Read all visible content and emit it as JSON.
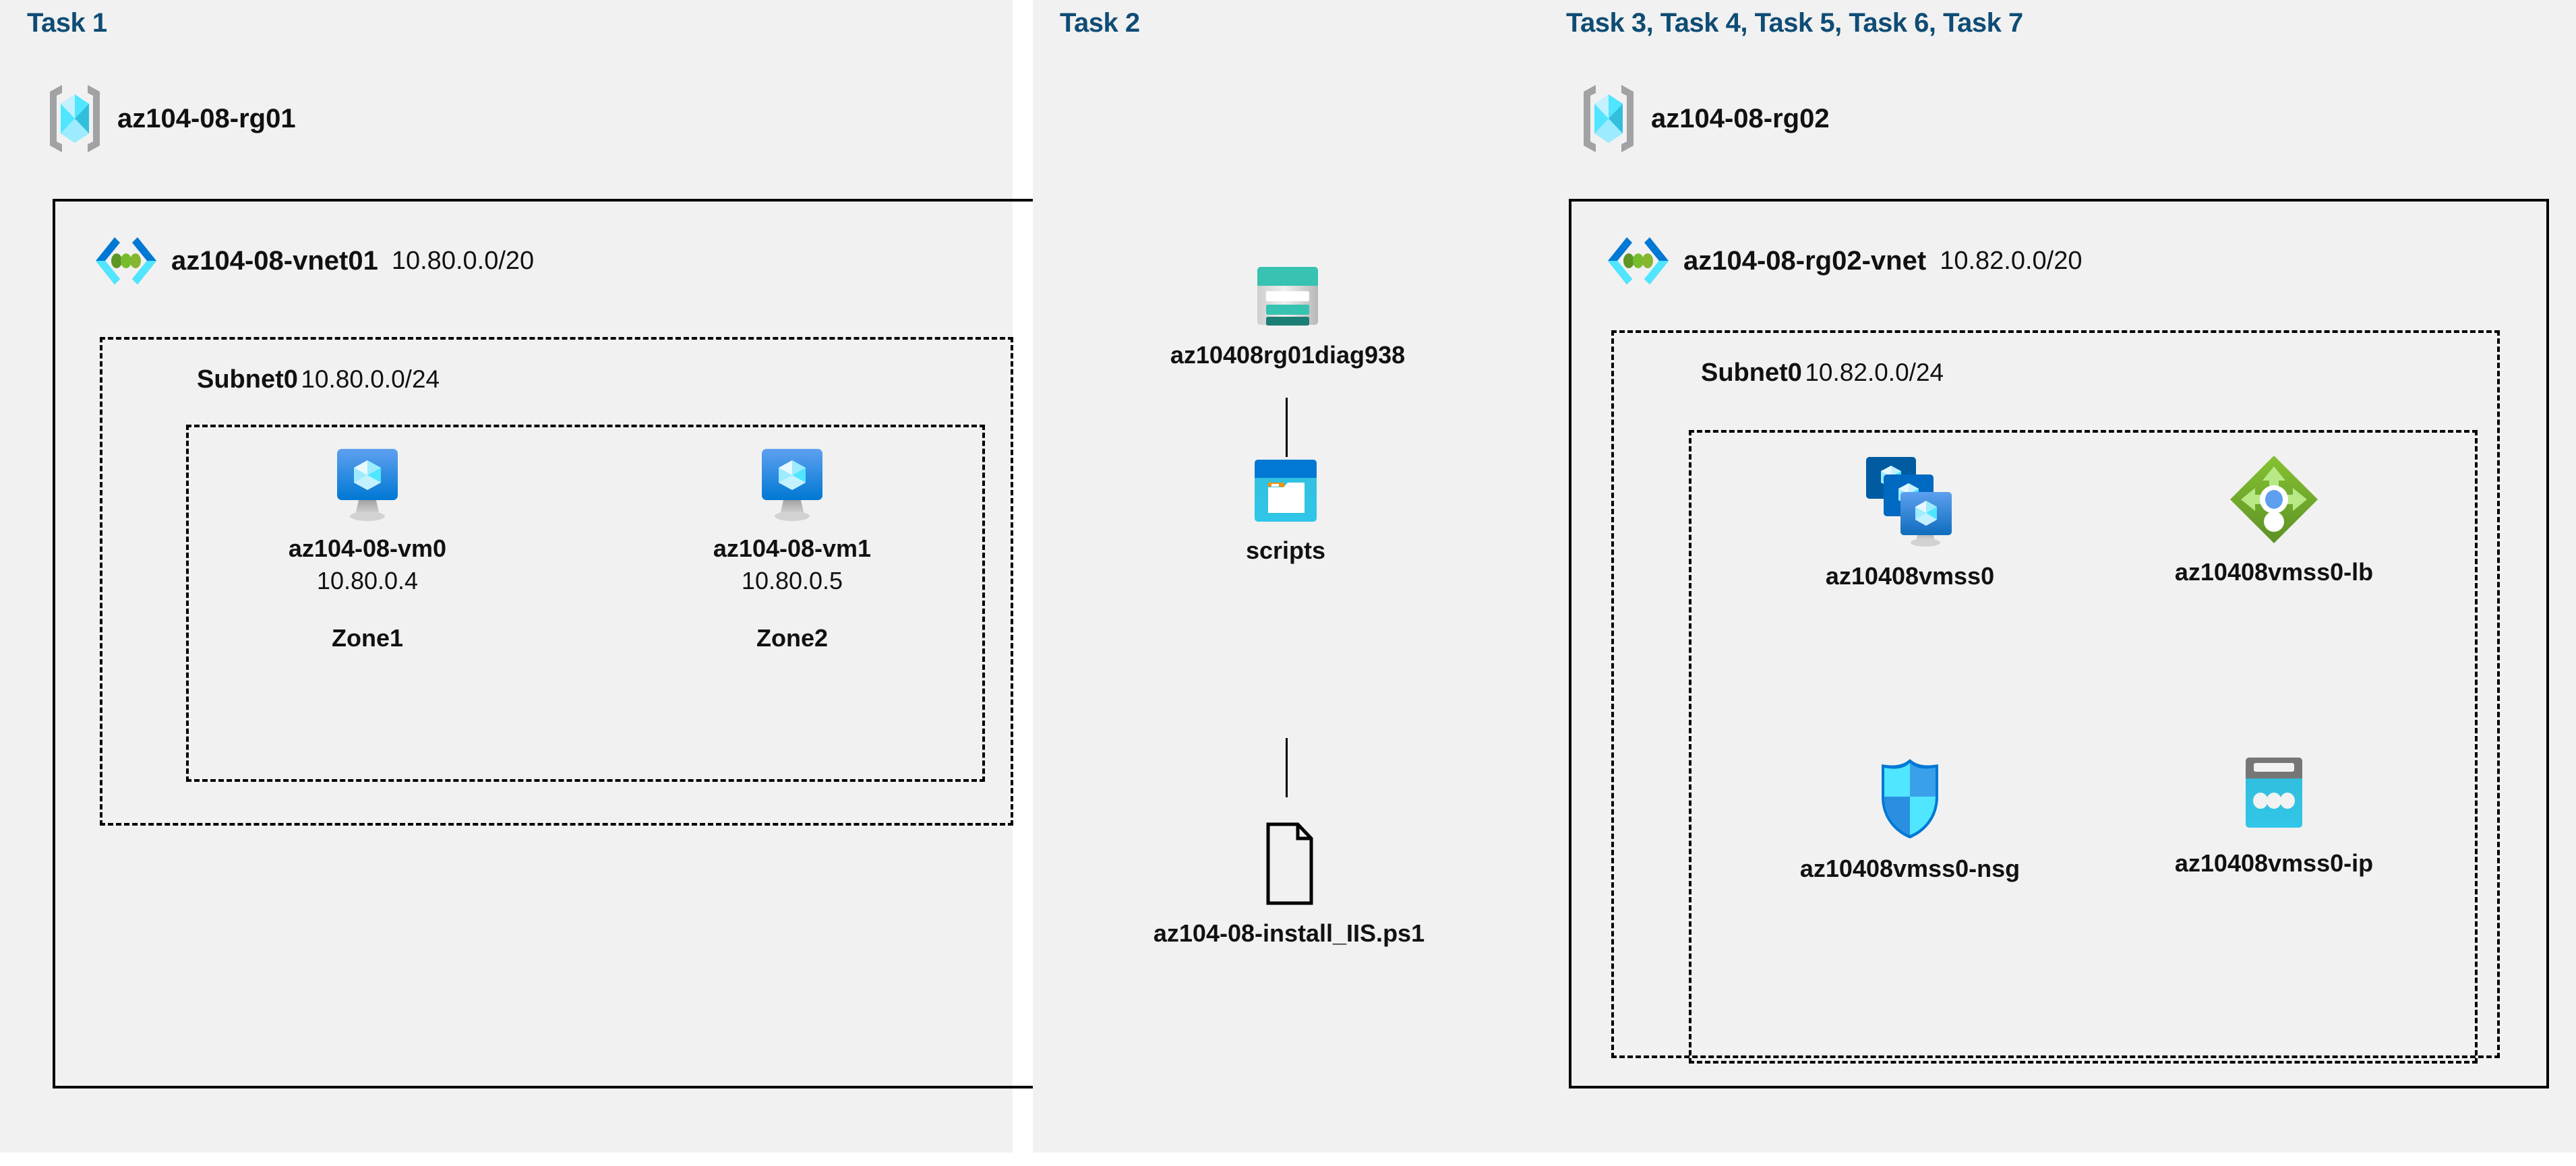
{
  "panels": [
    {
      "task_title": "Task 1"
    },
    {
      "task_title": "Task 2"
    },
    {
      "task_title": "Task 3, Task 4, Task 5, Task 6, Task 7"
    }
  ],
  "colors": {
    "task_title": "#0f4c75",
    "panel_bg": "#f1f1f1",
    "border": "#000000",
    "azure_blue": "#0078d4",
    "azure_cyan": "#50e6ff",
    "lb_green": "#7fba00",
    "storage_teal": "#37c2b1"
  },
  "column1": {
    "resource_group": {
      "name": "az104-08-rg01",
      "icon": "resource-group-icon"
    },
    "vnet": {
      "name": "az104-08-vnet01",
      "cidr": "10.80.0.0/20",
      "icon": "virtual-network-icon"
    },
    "subnet": {
      "name": "Subnet0",
      "cidr": "10.80.0.0/24"
    },
    "vms": [
      {
        "name": "az104-08-vm0",
        "ip": "10.80.0.4",
        "zone": "Zone1",
        "icon": "virtual-machine-icon"
      },
      {
        "name": "az104-08-vm1",
        "ip": "10.80.0.5",
        "zone": "Zone2",
        "icon": "virtual-machine-icon"
      }
    ]
  },
  "column2": {
    "storage_account": {
      "name": "az10408rg01diag938",
      "icon": "storage-account-icon"
    },
    "blob_container": {
      "name": "scripts",
      "icon": "blob-container-icon"
    },
    "file": {
      "name": "az104-08-install_IIS.ps1",
      "icon": "file-icon"
    }
  },
  "column3": {
    "resource_group": {
      "name": "az104-08-rg02",
      "icon": "resource-group-icon"
    },
    "vnet": {
      "name": "az104-08-rg02-vnet",
      "cidr": "10.82.0.0/20",
      "icon": "virtual-network-icon"
    },
    "subnet": {
      "name": "Subnet0",
      "cidr": "10.82.0.0/24"
    },
    "resources": [
      {
        "name": "az10408vmss0",
        "icon": "vm-scale-set-icon"
      },
      {
        "name": "az10408vmss0-lb",
        "icon": "load-balancer-icon"
      },
      {
        "name": "az10408vmss0-nsg",
        "icon": "network-security-group-icon"
      },
      {
        "name": "az10408vmss0-ip",
        "icon": "public-ip-address-icon"
      }
    ]
  }
}
